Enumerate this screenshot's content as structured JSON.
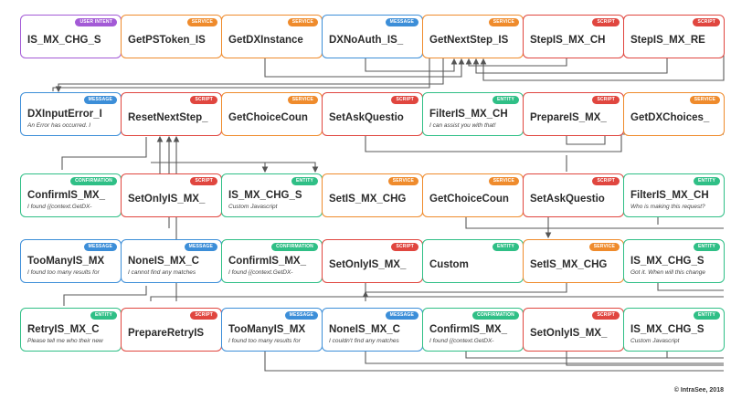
{
  "colors": {
    "USER INTENT": "#a35ad6",
    "SERVICE": "#ef8b2c",
    "MESSAGE": "#3c8ed8",
    "SCRIPT": "#e0463f",
    "ENTITY": "#2fbf86",
    "CONFIRMATION": "#2fbf86"
  },
  "nodes": [
    {
      "id": "n-user-intent",
      "type": "USER INTENT",
      "title": "IS_MX_CHG_S",
      "sub": ""
    },
    {
      "id": "n-getpstoken",
      "type": "SERVICE",
      "title": "GetPSToken_IS",
      "sub": ""
    },
    {
      "id": "n-getdxinstance",
      "type": "SERVICE",
      "title": "GetDXInstance",
      "sub": ""
    },
    {
      "id": "n-dxnoauth",
      "type": "MESSAGE",
      "title": "DXNoAuth_IS_",
      "sub": ""
    },
    {
      "id": "n-getnextstep",
      "type": "SERVICE",
      "title": "GetNextStep_IS",
      "sub": ""
    },
    {
      "id": "n-stepis-ch",
      "type": "SCRIPT",
      "title": "StepIS_MX_CH",
      "sub": ""
    },
    {
      "id": "n-stepis-re",
      "type": "SCRIPT",
      "title": "StepIS_MX_RE",
      "sub": ""
    },
    {
      "id": "n-dxinputerror",
      "type": "MESSAGE",
      "title": "DXInputError_I",
      "sub": "An Error has occurred. I"
    },
    {
      "id": "n-resetnextstep",
      "type": "SCRIPT",
      "title": "ResetNextStep_",
      "sub": ""
    },
    {
      "id": "n-getchoicecoun-1",
      "type": "SERVICE",
      "title": "GetChoiceCoun",
      "sub": ""
    },
    {
      "id": "n-setaskquestio-1",
      "type": "SCRIPT",
      "title": "SetAskQuestio",
      "sub": ""
    },
    {
      "id": "n-filteris-1",
      "type": "ENTITY",
      "title": "FilterIS_MX_CH",
      "sub": "I can assist you with that!"
    },
    {
      "id": "n-prepareis",
      "type": "SCRIPT",
      "title": "PrepareIS_MX_",
      "sub": ""
    },
    {
      "id": "n-getdxchoices",
      "type": "SERVICE",
      "title": "GetDXChoices_",
      "sub": ""
    },
    {
      "id": "n-confirmis-1",
      "type": "CONFIRMATION",
      "title": "ConfirmIS_MX_",
      "sub": "I found {{context.GetDX-"
    },
    {
      "id": "n-setonlyis-1",
      "type": "SCRIPT",
      "title": "SetOnlyIS_MX_",
      "sub": ""
    },
    {
      "id": "n-ismxchgs-1",
      "type": "ENTITY",
      "title": "IS_MX_CHG_S",
      "sub": "Custom Javascript"
    },
    {
      "id": "n-setismxchg-1",
      "type": "SERVICE",
      "title": "SetIS_MX_CHG",
      "sub": ""
    },
    {
      "id": "n-getchoicecoun-2",
      "type": "SERVICE",
      "title": "GetChoiceCoun",
      "sub": ""
    },
    {
      "id": "n-setaskquestio-2",
      "type": "SCRIPT",
      "title": "SetAskQuestio",
      "sub": ""
    },
    {
      "id": "n-filteris-2",
      "type": "ENTITY",
      "title": "FilterIS_MX_CH",
      "sub": "Who is making this request?"
    },
    {
      "id": "n-toomanyis-1",
      "type": "MESSAGE",
      "title": "TooManyIS_MX",
      "sub": "I found too many results for"
    },
    {
      "id": "n-noneis-1",
      "type": "MESSAGE",
      "title": "NoneIS_MX_C",
      "sub": "I cannot find any matches"
    },
    {
      "id": "n-confirmis-2",
      "type": "CONFIRMATION",
      "title": "ConfirmIS_MX_",
      "sub": "I found {{context.GetDX-"
    },
    {
      "id": "n-setonlyis-2",
      "type": "SCRIPT",
      "title": "SetOnlyIS_MX_",
      "sub": ""
    },
    {
      "id": "n-custom",
      "type": "ENTITY",
      "title": "Custom",
      "sub": ""
    },
    {
      "id": "n-setismxchg-2",
      "type": "SERVICE",
      "title": "SetIS_MX_CHG",
      "sub": ""
    },
    {
      "id": "n-ismxchgs-2",
      "type": "ENTITY",
      "title": "IS_MX_CHG_S",
      "sub": "Got it. When will this change"
    },
    {
      "id": "n-retryis",
      "type": "ENTITY",
      "title": "RetryIS_MX_C",
      "sub": "Please tell me who their new"
    },
    {
      "id": "n-prepareretry",
      "type": "SCRIPT",
      "title": "PrepareRetryIS",
      "sub": ""
    },
    {
      "id": "n-toomanyis-2",
      "type": "MESSAGE",
      "title": "TooManyIS_MX",
      "sub": "I found too many results for"
    },
    {
      "id": "n-noneis-2",
      "type": "MESSAGE",
      "title": "NoneIS_MX_C",
      "sub": "I couldn't find any matches"
    },
    {
      "id": "n-confirmis-3",
      "type": "CONFIRMATION",
      "title": "ConfirmIS_MX_",
      "sub": "I found {{context.GetDX-"
    },
    {
      "id": "n-setonlyis-3",
      "type": "SCRIPT",
      "title": "SetOnlyIS_MX_",
      "sub": ""
    },
    {
      "id": "n-ismxchgs-3",
      "type": "ENTITY",
      "title": "IS_MX_CHG_S",
      "sub": "Custom Javascript"
    }
  ],
  "footer": {
    "copyright": "© IntraSee, 2018"
  }
}
